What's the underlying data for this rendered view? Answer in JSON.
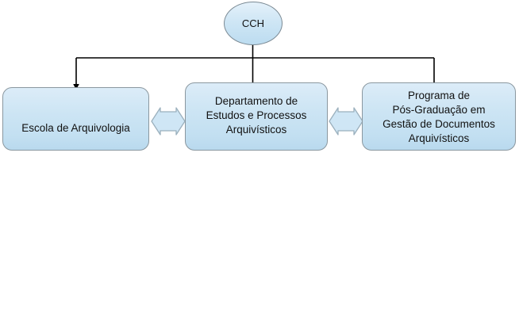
{
  "diagram": {
    "type": "organizational-hierarchy",
    "background_color": "#ffffff",
    "node_fill_color": "#c9e2f2",
    "node_border_color": "#8a979f",
    "connector_color": "#000000",
    "text_color": "#111111",
    "root": {
      "id": "cch",
      "label": "CCH",
      "shape": "ellipse"
    },
    "children": [
      {
        "id": "escola",
        "label": "Escola de Arquivologia",
        "shape": "rounded-rectangle"
      },
      {
        "id": "departamento",
        "label": "Departamento de\nEstudos e Processos\nArquivísticos",
        "shape": "rounded-rectangle"
      },
      {
        "id": "programa",
        "label": "Programa de\nPós-Graduação em\nGestão de Documentos\nArquivísticos",
        "shape": "rounded-rectangle"
      }
    ],
    "connectors": [
      {
        "id": "cch-to-escola",
        "from": "cch",
        "to": "escola",
        "style": "elbow-arrow",
        "direction": "one-way"
      },
      {
        "id": "cch-to-departamento",
        "from": "cch",
        "to": "departamento",
        "style": "straight-arrow",
        "direction": "one-way"
      },
      {
        "id": "cch-to-programa",
        "from": "cch",
        "to": "programa",
        "style": "elbow-arrow",
        "direction": "one-way"
      },
      {
        "id": "escola-departamento",
        "from": "escola",
        "to": "departamento",
        "style": "block-arrow",
        "direction": "two-way"
      },
      {
        "id": "departamento-programa",
        "from": "departamento",
        "to": "programa",
        "style": "block-arrow",
        "direction": "two-way"
      }
    ]
  }
}
